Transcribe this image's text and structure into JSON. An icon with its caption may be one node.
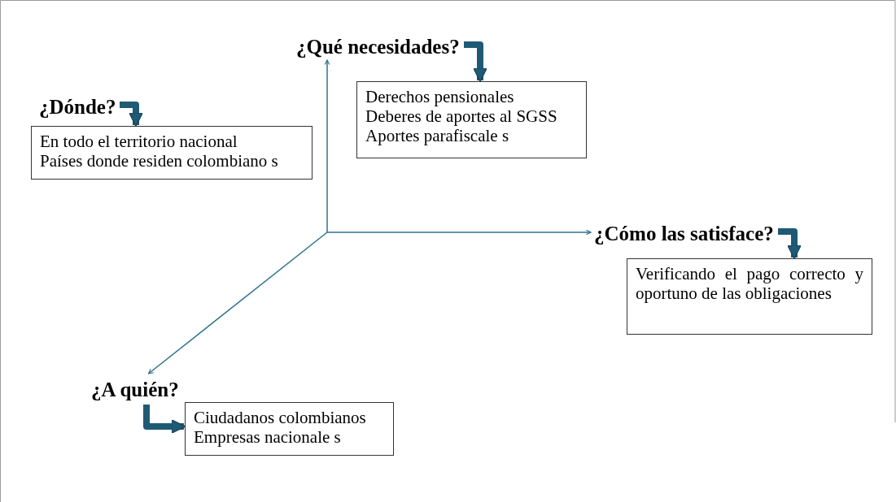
{
  "diagram": {
    "nodes": [
      {
        "text": [
          "¿Dónde?"
        ]
      },
      {
        "text": [
          "En todo el territorio nacional",
          "Países donde residen colombiano s"
        ]
      },
      {
        "text": [
          "¿Qué necesidades?"
        ]
      },
      {
        "text": [
          "Derechos pensionales",
          "Deberes de aportes al SGSS",
          "Aportes parafiscale s"
        ]
      },
      {
        "text": [
          "¿Cómo las satisface?"
        ]
      },
      {
        "text": [
          "Verificando el pago correcto y oportuno de las obligaciones"
        ]
      },
      {
        "text": [
          "¿A quién?"
        ]
      },
      {
        "text": [
          "Ciudadanos colombianos",
          "Empresas nacionale s"
        ]
      }
    ],
    "edges": [
      {
        "from": null,
        "to": 2,
        "arrow": "to",
        "color": "#31708e"
      },
      {
        "from": null,
        "to": 4,
        "arrow": "to",
        "color": "#31708e"
      },
      {
        "from": null,
        "to": 6,
        "arrow": "to",
        "color": "#31708e"
      },
      {
        "from": 0,
        "to": 1,
        "arrow": "to"
      },
      {
        "from": 2,
        "to": 3,
        "arrow": "to"
      },
      {
        "from": 4,
        "to": 5,
        "arrow": "to"
      },
      {
        "from": 6,
        "to": 7,
        "arrow": "to"
      }
    ]
  }
}
